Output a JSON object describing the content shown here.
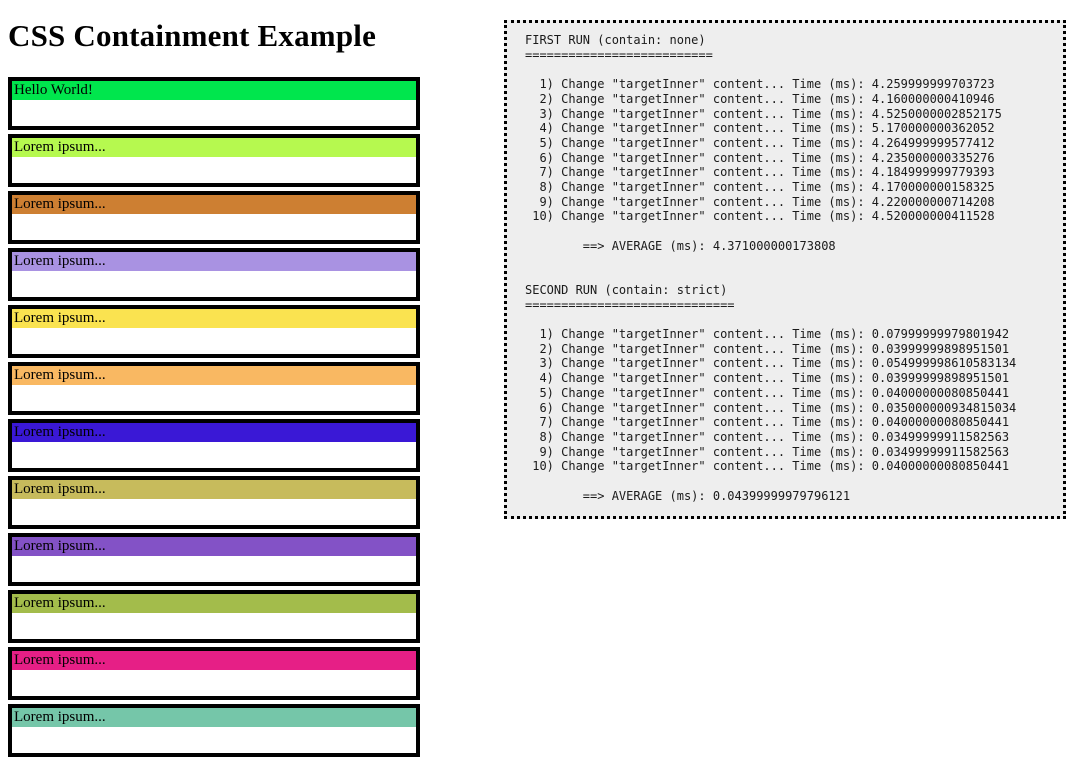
{
  "page": {
    "title": "CSS Containment Example"
  },
  "boxes": [
    {
      "label": "Hello World!",
      "color": "#00e64d",
      "name": "box-hello-world"
    },
    {
      "label": "Lorem ipsum...",
      "color": "#b6f94f",
      "name": "box-2"
    },
    {
      "label": "Lorem ipsum...",
      "color": "#cd7f32",
      "name": "box-3"
    },
    {
      "label": "Lorem ipsum...",
      "color": "#a992e2",
      "name": "box-4"
    },
    {
      "label": "Lorem ipsum...",
      "color": "#fae350",
      "name": "box-5"
    },
    {
      "label": "Lorem ipsum...",
      "color": "#f9b862",
      "name": "box-6"
    },
    {
      "label": "Lorem ipsum...",
      "color": "#3a18d6",
      "name": "box-7"
    },
    {
      "label": "Lorem ipsum...",
      "color": "#c7bb5c",
      "name": "box-8"
    },
    {
      "label": "Lorem ipsum...",
      "color": "#8352c6",
      "name": "box-9"
    },
    {
      "label": "Lorem ipsum...",
      "color": "#a3bc4b",
      "name": "box-10"
    },
    {
      "label": "Lorem ipsum...",
      "color": "#e61f86",
      "name": "box-11"
    },
    {
      "label": "Lorem ipsum...",
      "color": "#75c6a9",
      "name": "box-12"
    }
  ],
  "console": {
    "first_run": {
      "heading": "FIRST RUN (contain: none)",
      "rule": "==========================",
      "entries": [
        {
          "index": " 1)",
          "text": "Change \"targetInner\" content... Time (ms):",
          "value": "4.259999999703723"
        },
        {
          "index": " 2)",
          "text": "Change \"targetInner\" content... Time (ms):",
          "value": "4.160000000410946"
        },
        {
          "index": " 3)",
          "text": "Change \"targetInner\" content... Time (ms):",
          "value": "4.5250000002852175"
        },
        {
          "index": " 4)",
          "text": "Change \"targetInner\" content... Time (ms):",
          "value": "5.170000000362052"
        },
        {
          "index": " 5)",
          "text": "Change \"targetInner\" content... Time (ms):",
          "value": "4.264999999577412"
        },
        {
          "index": " 6)",
          "text": "Change \"targetInner\" content... Time (ms):",
          "value": "4.235000000335276"
        },
        {
          "index": " 7)",
          "text": "Change \"targetInner\" content... Time (ms):",
          "value": "4.184999999779393"
        },
        {
          "index": " 8)",
          "text": "Change \"targetInner\" content... Time (ms):",
          "value": "4.170000000158325"
        },
        {
          "index": " 9)",
          "text": "Change \"targetInner\" content... Time (ms):",
          "value": "4.220000000714208"
        },
        {
          "index": "10)",
          "text": "Change \"targetInner\" content... Time (ms):",
          "value": "4.520000000411528"
        }
      ],
      "average_label": "==> AVERAGE (ms):",
      "average_value": "4.371000000173808"
    },
    "second_run": {
      "heading": "SECOND RUN (contain: strict)",
      "rule": "=============================",
      "entries": [
        {
          "index": " 1)",
          "text": "Change \"targetInner\" content... Time (ms):",
          "value": "0.07999999979801942"
        },
        {
          "index": " 2)",
          "text": "Change \"targetInner\" content... Time (ms):",
          "value": "0.03999999898951501"
        },
        {
          "index": " 3)",
          "text": "Change \"targetInner\" content... Time (ms):",
          "value": "0.054999998610583134"
        },
        {
          "index": " 4)",
          "text": "Change \"targetInner\" content... Time (ms):",
          "value": "0.03999999898951501"
        },
        {
          "index": " 5)",
          "text": "Change \"targetInner\" content... Time (ms):",
          "value": "0.04000000080850441"
        },
        {
          "index": " 6)",
          "text": "Change \"targetInner\" content... Time (ms):",
          "value": "0.035000000934815034"
        },
        {
          "index": " 7)",
          "text": "Change \"targetInner\" content... Time (ms):",
          "value": "0.04000000080850441"
        },
        {
          "index": " 8)",
          "text": "Change \"targetInner\" content... Time (ms):",
          "value": "0.03499999911582563"
        },
        {
          "index": " 9)",
          "text": "Change \"targetInner\" content... Time (ms):",
          "value": "0.03499999911582563"
        },
        {
          "index": "10)",
          "text": "Change \"targetInner\" content... Time (ms):",
          "value": "0.04000000080850441"
        }
      ],
      "average_label": "==> AVERAGE (ms):",
      "average_value": "0.04399999979796121"
    }
  },
  "colors": {
    "border": "#000000",
    "console_background": "#eeeeee",
    "console_border": "#000000",
    "page_background": "#ffffff",
    "box_body": "#ffffff"
  }
}
